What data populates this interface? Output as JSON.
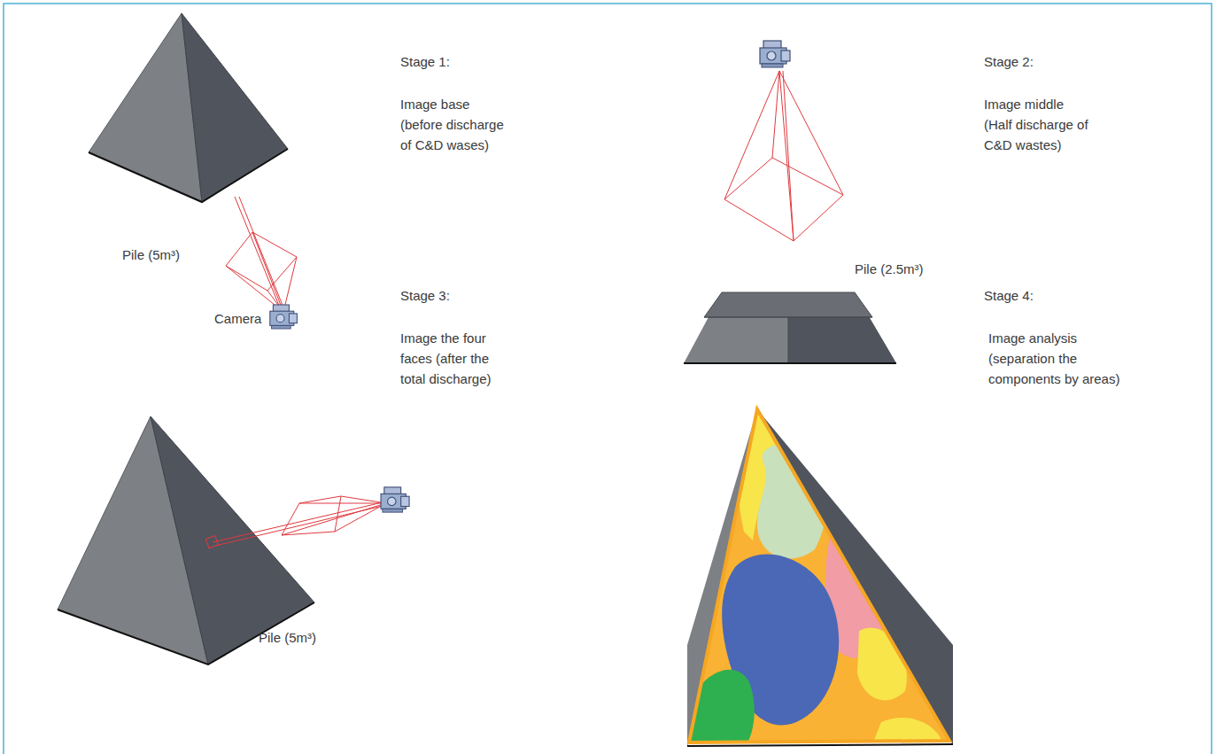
{
  "diagram": {
    "labels": [
      "Stage 1:",
      "Image base (before discharge of C&D wases)",
      "Pile (5m³)",
      "Camera",
      "Stage 2:",
      "Image middle (Half discharge of C&D wastes)",
      "Pile (2.5m³)",
      "Stage 3:",
      "Image the four faces (after the total discharge)",
      "Pile (5m³)",
      "Stage 4:",
      "Image analysis (separation the components by areas)"
    ]
  }
}
